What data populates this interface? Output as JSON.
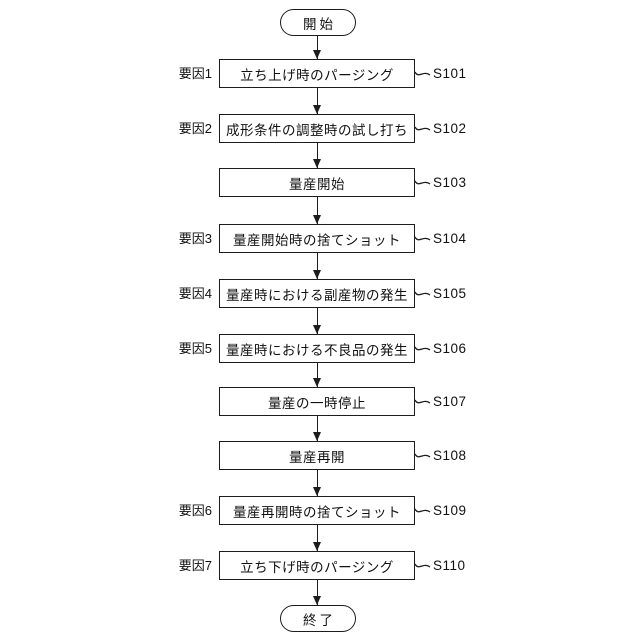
{
  "colors": {
    "background": "#ffffff",
    "line": "#1c1c1c",
    "text": "#111111"
  },
  "flow": {
    "start_label": "開始",
    "end_label": "終了",
    "steps": [
      {
        "factor": "要因1",
        "label": "立ち上げ時のパージング",
        "ref": "S101"
      },
      {
        "factor": "要因2",
        "label": "成形条件の調整時の試し打ち",
        "ref": "S102"
      },
      {
        "factor": "",
        "label": "量産開始",
        "ref": "S103"
      },
      {
        "factor": "要因3",
        "label": "量産開始時の捨てショット",
        "ref": "S104"
      },
      {
        "factor": "要因4",
        "label": "量産時における副産物の発生",
        "ref": "S105"
      },
      {
        "factor": "要因5",
        "label": "量産時における不良品の発生",
        "ref": "S106"
      },
      {
        "factor": "",
        "label": "量産の一時停止",
        "ref": "S107"
      },
      {
        "factor": "",
        "label": "量産再開",
        "ref": "S108"
      },
      {
        "factor": "要因6",
        "label": "量産再開時の捨てショット",
        "ref": "S109"
      },
      {
        "factor": "要因7",
        "label": "立ち下げ時のパージング",
        "ref": "S110"
      }
    ]
  }
}
